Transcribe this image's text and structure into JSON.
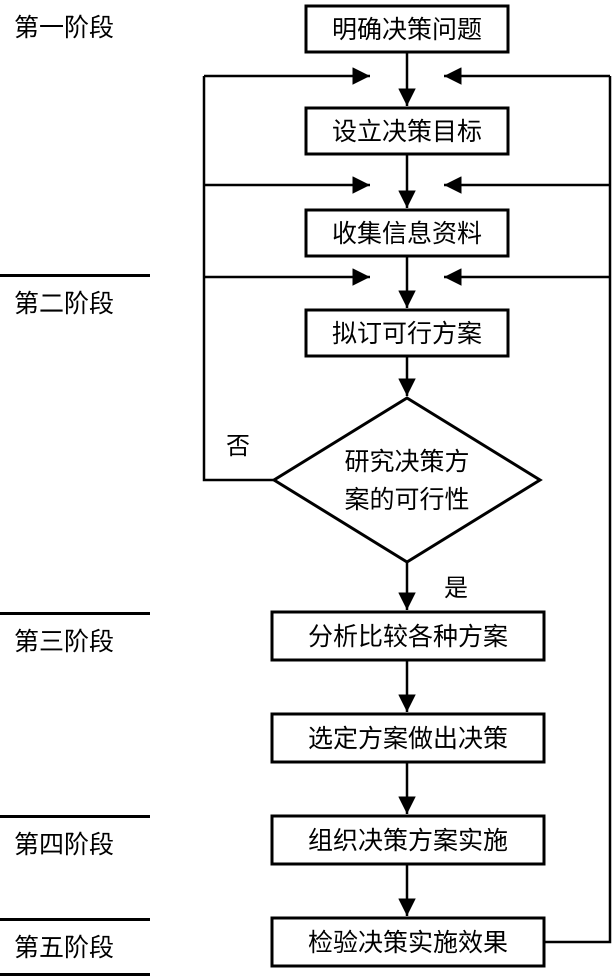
{
  "stages": [
    {
      "label": "第一阶段"
    },
    {
      "label": "第二阶段"
    },
    {
      "label": "第三阶段"
    },
    {
      "label": "第四阶段"
    },
    {
      "label": "第五阶段"
    }
  ],
  "nodes": {
    "define_problem": "明确决策问题",
    "set_goal": "设立决策目标",
    "collect_info": "收集信息资料",
    "draft_plans": "拟订可行方案",
    "feasibility_line1": "研究决策方",
    "feasibility_line2": "案的可行性",
    "compare_plans": "分析比较各种方案",
    "select_plan": "选定方案做出决策",
    "implement_plan": "组织决策方案实施",
    "check_effect": "检验决策实施效果"
  },
  "edges": {
    "no_label": "否",
    "yes_label": "是"
  }
}
